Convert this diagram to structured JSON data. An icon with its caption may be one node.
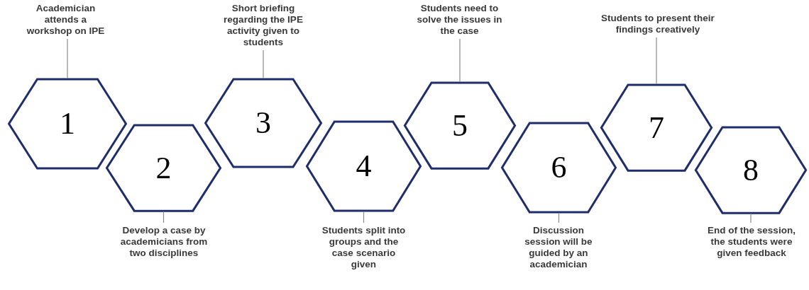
{
  "diagram": {
    "nodes": [
      {
        "text": [
          "1"
        ]
      },
      {
        "text": [
          "Academician attends a workshop on IPE"
        ]
      },
      {
        "text": [
          "2"
        ]
      },
      {
        "text": [
          "Develop a case by academicians from two disciplines"
        ]
      },
      {
        "text": [
          "3"
        ]
      },
      {
        "text": [
          "Short briefing regarding the IPE activity given to students"
        ]
      },
      {
        "text": [
          "4"
        ]
      },
      {
        "text": [
          "Students split into groups and the case scenario given"
        ]
      },
      {
        "text": [
          "5"
        ]
      },
      {
        "text": [
          "Students need to solve the issues in the case"
        ]
      },
      {
        "text": [
          "6"
        ]
      },
      {
        "text": [
          "Discussion session will be guided by an academician"
        ]
      },
      {
        "text": [
          "7"
        ]
      },
      {
        "text": [
          "Students to present their findings creatively"
        ]
      },
      {
        "text": [
          "8"
        ]
      },
      {
        "text": [
          "End of the session, the students were given feedback"
        ]
      }
    ],
    "edges": [
      {
        "from": 1,
        "to": 0,
        "arrow": "none"
      },
      {
        "from": 3,
        "to": 2,
        "arrow": "none"
      },
      {
        "from": 5,
        "to": 4,
        "arrow": "none"
      },
      {
        "from": 7,
        "to": 6,
        "arrow": "none"
      },
      {
        "from": 9,
        "to": 8,
        "arrow": "none"
      },
      {
        "from": 11,
        "to": 10,
        "arrow": "none"
      },
      {
        "from": 13,
        "to": 12,
        "arrow": "none"
      },
      {
        "from": 15,
        "to": 14,
        "arrow": "none"
      }
    ]
  }
}
